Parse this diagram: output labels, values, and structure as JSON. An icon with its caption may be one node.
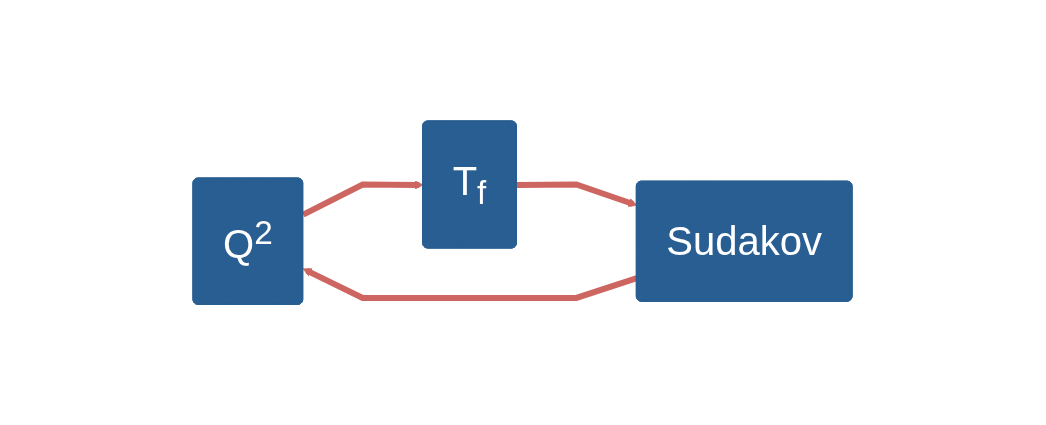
{
  "diagram": {
    "nodes": [
      {
        "text": [
          "Q$^{2}$"
        ]
      },
      {
        "text": [
          "T$_{f}$"
        ]
      },
      {
        "text": [
          "Sudakov"
        ]
      }
    ],
    "edges": [
      {
        "from": 0,
        "to": 1,
        "arrow": "to"
      },
      {
        "from": 1,
        "to": 2,
        "arrow": "to"
      },
      {
        "from": 2,
        "to": 0,
        "arrow": "to"
      }
    ]
  }
}
